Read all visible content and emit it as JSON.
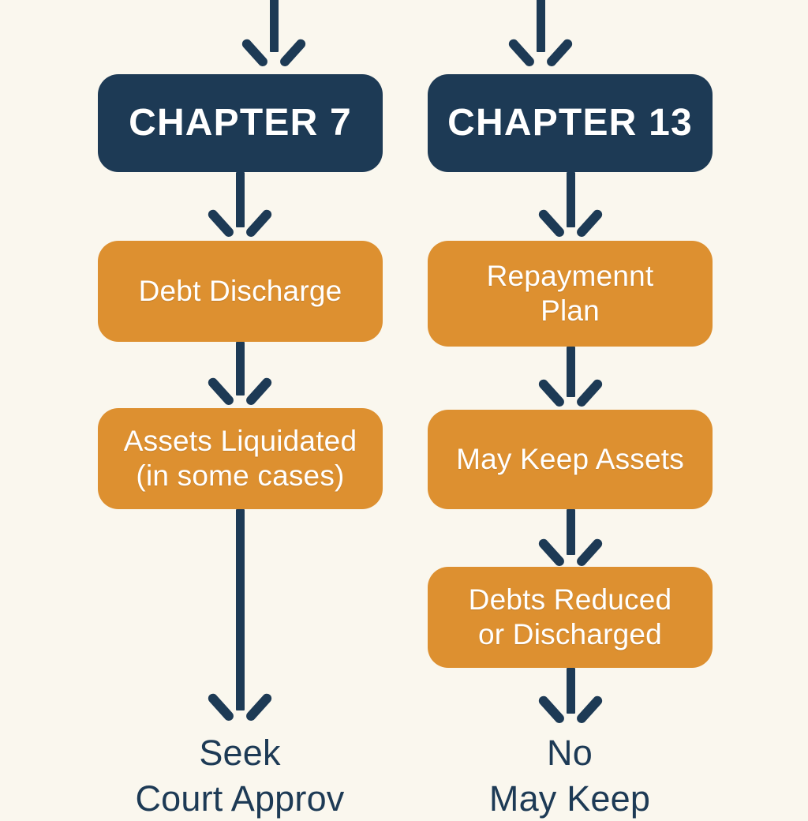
{
  "diagram": {
    "title_left": "CHAPTER 7",
    "title_right": "CHAPTER 13",
    "background_color": "#faf7ee",
    "navy_color": "#1d3a55",
    "orange_color": "#dd9030",
    "text_color_on_node": "#ffffff"
  },
  "columns": {
    "left": {
      "header": "CHAPTER 7",
      "steps": [
        {
          "label": "Debt Discharge"
        },
        {
          "label": "Assets Liquidated\n(in some cases)"
        }
      ],
      "footer_caption": "Seek\nCourt Approv"
    },
    "right": {
      "header": "CHAPTER 13",
      "steps": [
        {
          "label": "Repaymennt\nPlan"
        },
        {
          "label": "May Keep Assets"
        },
        {
          "label": "Debts Reduced\nor Discharged"
        }
      ],
      "footer_caption": "No\nMay Keep"
    }
  },
  "arrows": {
    "count": 9,
    "direction": "down",
    "color": "#1d3a55"
  }
}
